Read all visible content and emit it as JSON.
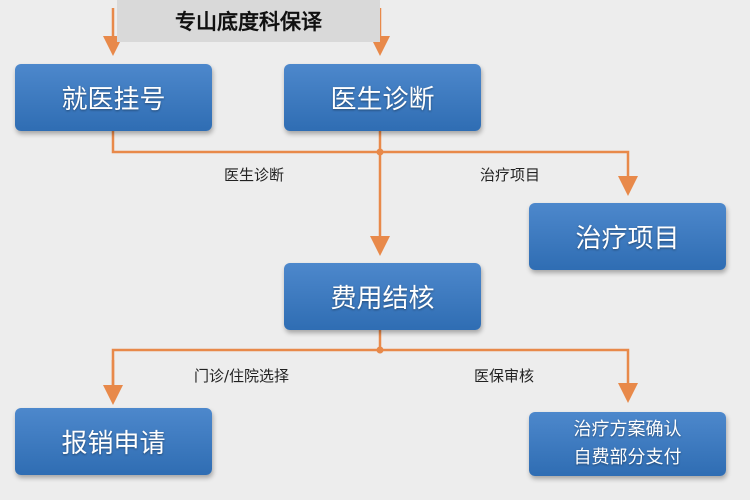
{
  "header": {
    "title": "专山底度科保译"
  },
  "nodes": {
    "registration": "就医挂号",
    "diagnosis": "医生诊断",
    "treatment": "治疗项目",
    "fee_check": "费用结核",
    "claim": "报销申请",
    "confirm_line1": "治疗方案确认",
    "confirm_line2": "自费部分支付"
  },
  "edge_labels": {
    "diagnosis": "医生诊断",
    "treatment": "治疗项目",
    "outpatient": "门诊/住院选择",
    "insurance_review": "医保审核"
  },
  "colors": {
    "arrow": "#e8894a",
    "box": "#3d7cc2"
  }
}
